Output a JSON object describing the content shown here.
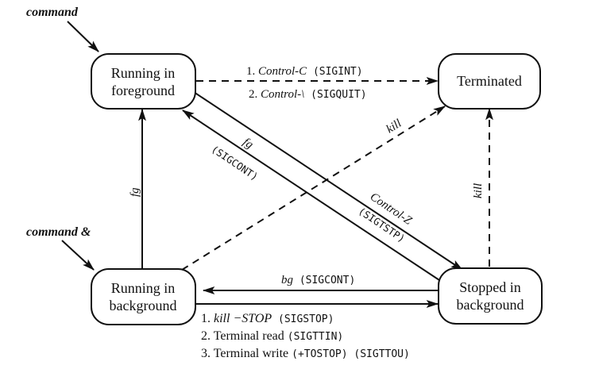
{
  "diagram": {
    "title": "Process job-control state diagram",
    "states": {
      "foreground": {
        "line1": "Running in",
        "line2": "foreground"
      },
      "terminated": {
        "line1": "Terminated"
      },
      "background": {
        "line1": "Running in",
        "line2": "background"
      },
      "stopped": {
        "line1": "Stopped in",
        "line2": "background"
      }
    },
    "entries": {
      "command": "command",
      "command_bg": "command &"
    },
    "transitions": {
      "fg_to_term_1_num": "1. ",
      "fg_to_term_1_key": "Control-C",
      "fg_to_term_1_sig": " (SIGINT)",
      "fg_to_term_2_num": "2. ",
      "fg_to_term_2_key": "Control-\\",
      "fg_to_term_2_sig": " (SIGQUIT)",
      "bg_to_term": "kill",
      "stopped_to_term": "kill",
      "bg_to_fg": "fg",
      "stopped_to_fg_cmd": "fg",
      "stopped_to_fg_sig": "(SIGCONT)",
      "fg_to_stopped_key": "Control-Z",
      "fg_to_stopped_sig": "(SIGTSTP)",
      "stopped_to_bg_cmd": "bg",
      "stopped_to_bg_sig": " (SIGCONT)",
      "bg_to_stopped": [
        {
          "num": "1. ",
          "text": "kill −STOP",
          "sig": " (SIGSTOP)",
          "italic": true
        },
        {
          "num": "2. ",
          "text": "Terminal read ",
          "sig": "(SIGTTIN)",
          "italic": false
        },
        {
          "num": "3. ",
          "text": "Terminal write ",
          "sig": "(+TOSTOP) (SIGTTOU)",
          "italic": false
        }
      ]
    }
  }
}
